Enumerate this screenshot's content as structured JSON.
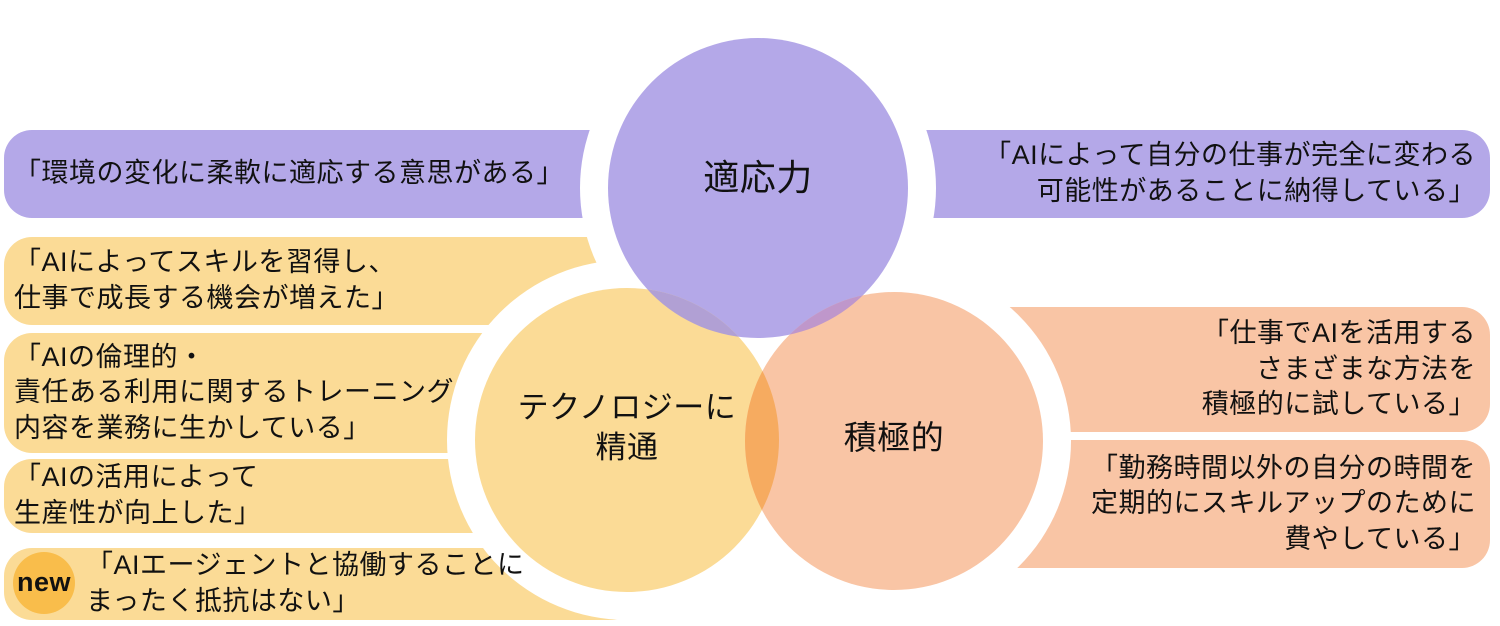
{
  "background": "#ffffff",
  "text_color": "#111111",
  "circles": {
    "adaptability": {
      "label": "適応力",
      "color": "#b4a8e8"
    },
    "tech": {
      "label": "テクノロジーに\n精通",
      "color": "#fbdb96"
    },
    "proactive": {
      "label": "積極的",
      "color": "#f9c5a5"
    }
  },
  "overlaps": {
    "adaptability_tech": "#b1a0d4",
    "adaptability_proactive": "#bf97cb",
    "tech_proactive": "#f6ab60"
  },
  "banners": {
    "adaptability_left": "「環境の変化に柔軟に適応する意思がある」",
    "adaptability_right": "「AIによって自分の仕事が完全に変わる\n可能性があることに納得している」",
    "tech_1": "「AIによってスキルを習得し、\n仕事で成長する機会が増えた」",
    "tech_2": "「AIの倫理的・\n責任ある利用に関するトレーニング\n内容を業務に生かしている」",
    "tech_3": "「AIの活用によって\n生産性が向上した」",
    "tech_4": "「AIエージェントと協働することに\nまったく抵抗はない」",
    "proactive_1": "「仕事でAIを活用する\nさまざまな方法を\n積極的に試している」",
    "proactive_2": "「勤務時間以外の自分の時間を\n定期的にスキルアップのために\n費やしている」"
  },
  "badge": {
    "label": "new",
    "color": "#f9bd4b"
  }
}
